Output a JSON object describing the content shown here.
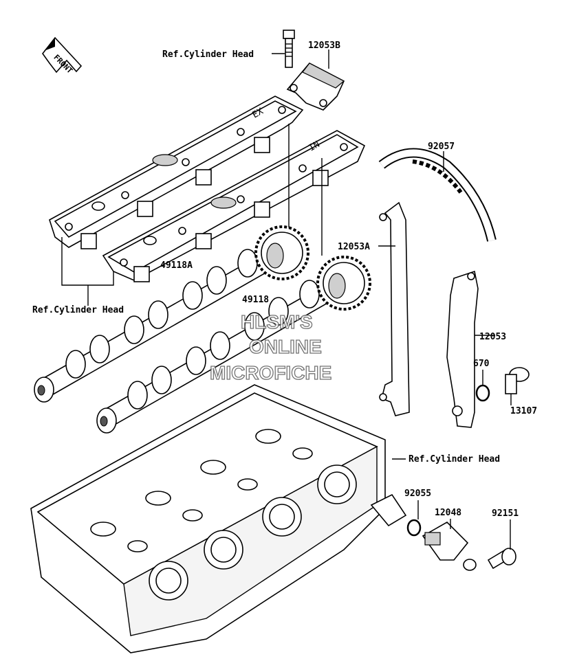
{
  "front_badge": "FRONT",
  "callouts": {
    "ref_head_top": "Ref.Cylinder Head",
    "p12053B": "12053B",
    "p92057": "92057",
    "p12053A": "12053A",
    "p49118A": "49118A",
    "p49118": "49118",
    "ref_head_left": "Ref.Cylinder Head",
    "p12053": "12053",
    "p670": "670",
    "p13107": "13107",
    "ref_head_right": "Ref.Cylinder Head",
    "p92055": "92055",
    "p12048": "12048",
    "p92151": "92151"
  },
  "cover_marks": {
    "ex": "EX",
    "in": "IN"
  },
  "watermark": [
    "HLSM'S",
    "ONLINE",
    "MICROFICHE"
  ]
}
